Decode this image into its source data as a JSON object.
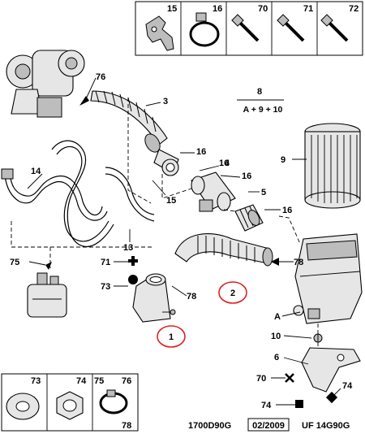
{
  "top_box_labels": [
    "15",
    "16",
    "70",
    "71",
    "72"
  ],
  "bottom_box_labels": [
    "73",
    "74",
    "75",
    "76",
    "78"
  ],
  "formula": {
    "number": "8",
    "text": "A + 9 + 10"
  },
  "callouts": [
    "76",
    "3",
    "16",
    "15",
    "14",
    "16",
    "4",
    "16",
    "9",
    "5",
    "15",
    "16",
    "13",
    "78",
    "75",
    "71",
    "73",
    "78",
    "A",
    "10",
    "6",
    "70",
    "74",
    "74"
  ],
  "highlighted": [
    "1",
    "2"
  ],
  "footer": {
    "code": "1700D90G",
    "date": "02/2009",
    "ref": "UF 14G90G"
  }
}
